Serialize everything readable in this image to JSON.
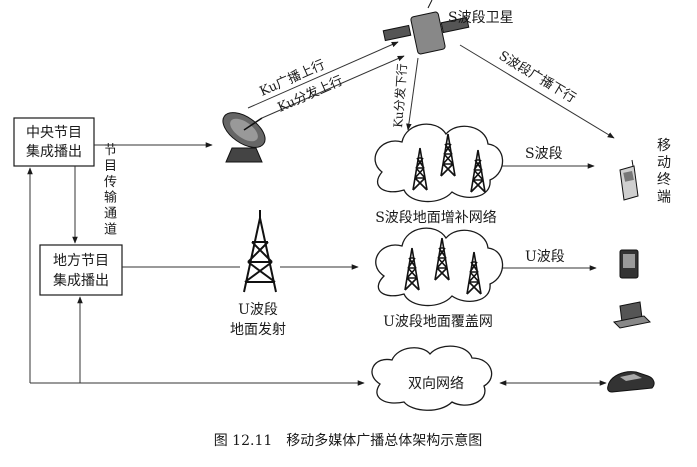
{
  "nodes": {
    "central": [
      "中央节目",
      "集成播出"
    ],
    "local": [
      "地方节目",
      "集成播出"
    ],
    "satellite": "S波段卫星",
    "s_network": "S波段地面增补网络",
    "u_network": "U波段地面覆盖网",
    "u_tx": [
      "U波段",
      "地面发射"
    ],
    "bidir": "双向网络",
    "terminal": "移动终端"
  },
  "links": {
    "ku_broadcast_up": "Ku广播上行",
    "ku_dist_up": "Ku分发上行",
    "ku_dist_down": "Ku分发下行",
    "s_broadcast_down": "S波段广播下行",
    "program_channel": "节目传输通道",
    "s_band": "S波段",
    "u_band": "U波段"
  },
  "caption": "图 12.11　移动多媒体广播总体架构示意图"
}
